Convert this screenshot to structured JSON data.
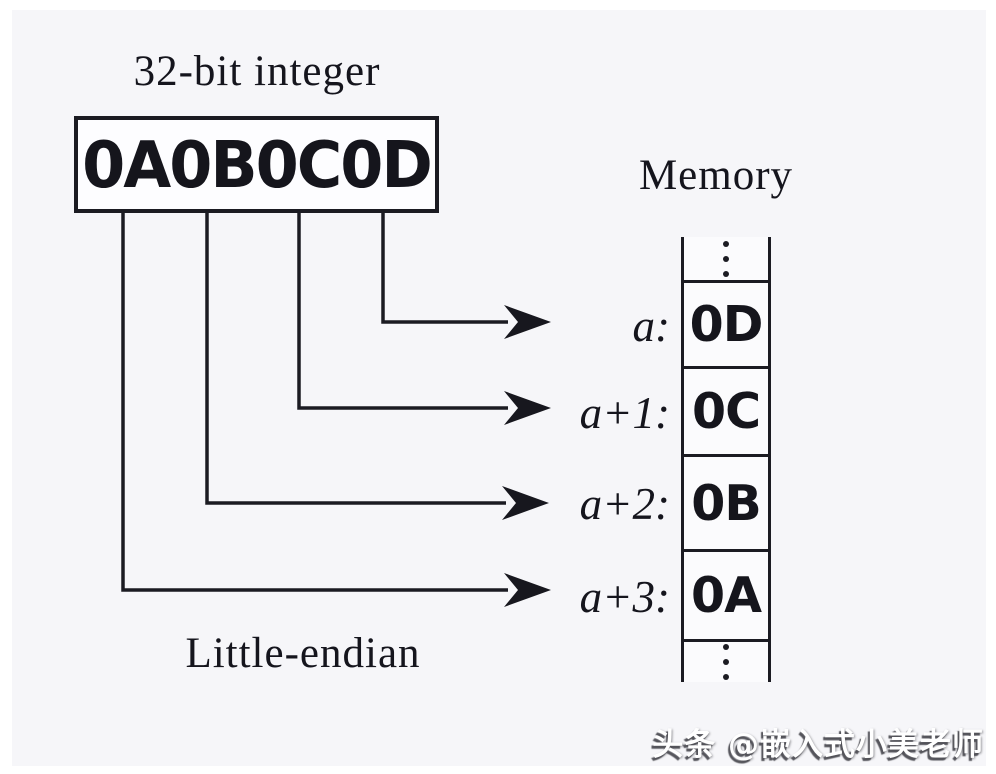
{
  "diagram": {
    "integer_label": "32-bit integer",
    "integer_value": "0A0B0C0D",
    "memory_label": "Memory",
    "endianness_label": "Little-endian",
    "bytes": [
      "0A",
      "0B",
      "0C",
      "0D"
    ],
    "memory_cells": [
      {
        "address": "a:",
        "value": "0D"
      },
      {
        "address": "a+1:",
        "value": "0C"
      },
      {
        "address": "a+2:",
        "value": "0B"
      },
      {
        "address": "a+3:",
        "value": "0A"
      }
    ]
  },
  "watermark": {
    "text": "头条 @嵌入式小美老师"
  },
  "colors": {
    "background": "#f6f6f9",
    "frame": "#ffffff",
    "line": "#1b1b22",
    "text": "#15151d",
    "box_fill": "#fdfdff",
    "watermark_text": "#ffffff",
    "watermark_shadow": "#48484e"
  }
}
